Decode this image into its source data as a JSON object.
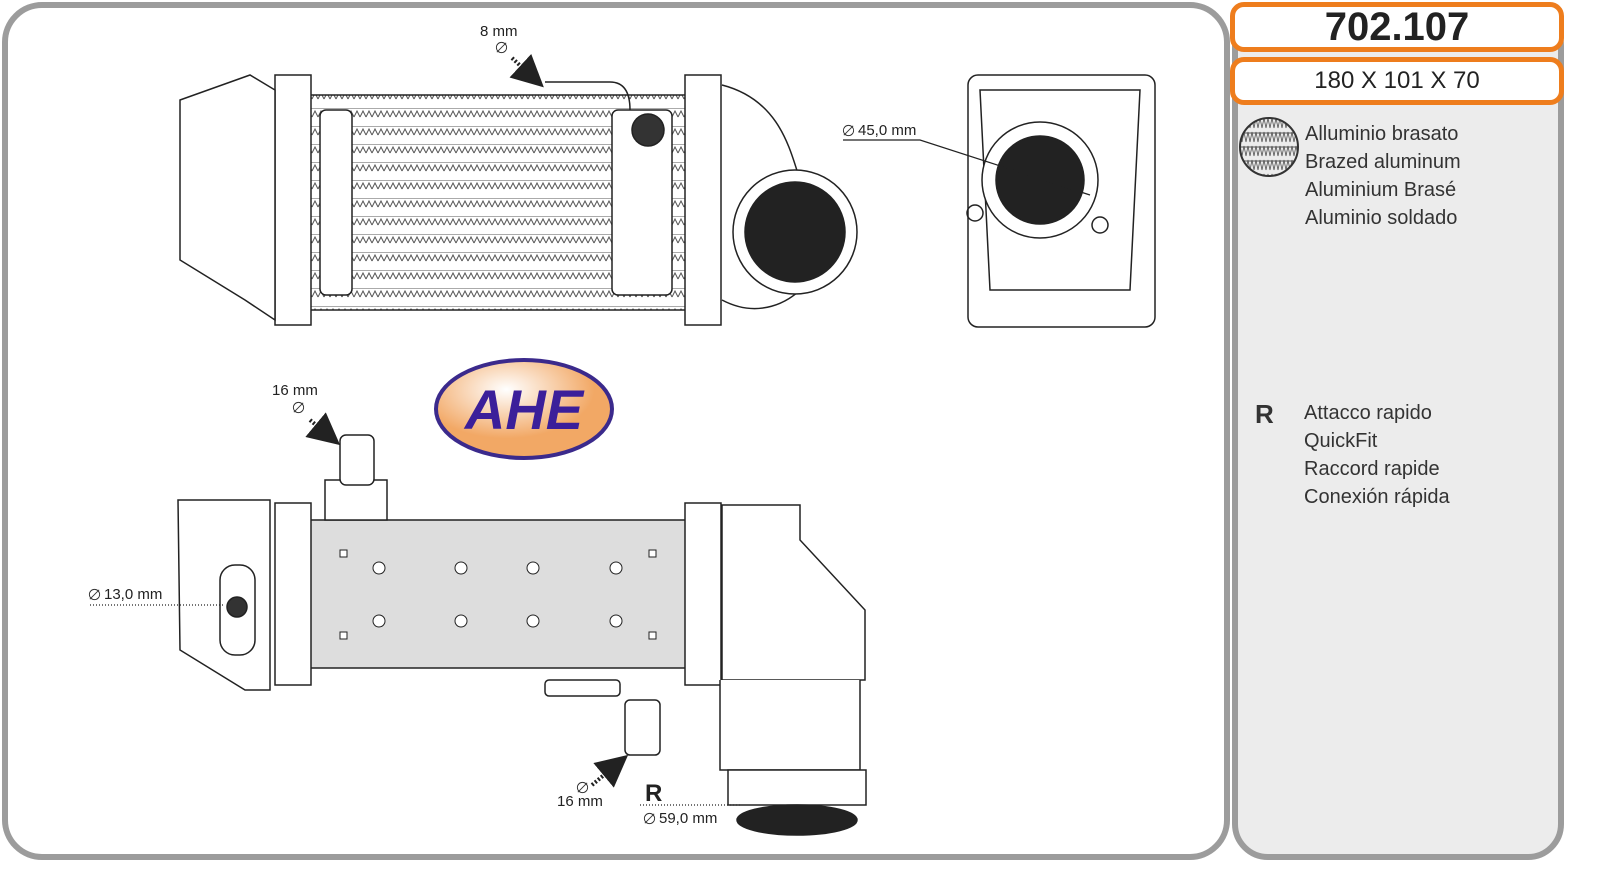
{
  "product": {
    "code": "702.107",
    "dimensions": "180 X 101 X 70"
  },
  "logo": {
    "text": "AHE",
    "colors": {
      "ellipse": "#f2a865",
      "border": "#3b2a8c",
      "text": "#3b1f9a"
    }
  },
  "annotations": {
    "top_inlet_pipe": "8 mm",
    "outlet_diameter_top": "45,0 mm",
    "bottom_pipe_upper": "16 mm",
    "side_port": "13,0 mm",
    "bottom_pipe_lower": "16 mm",
    "quickfit_marker": "R",
    "outlet_diameter_bottom": "59,0 mm"
  },
  "legend": {
    "material": [
      "Alluminio brasato",
      "Brazed aluminum",
      "Aluminium Brasé",
      "Aluminio soldado"
    ],
    "connection_symbol": "R",
    "connection": [
      "Attacco rapido",
      "QuickFit",
      "Raccord rapide",
      "Conexión rápida"
    ]
  },
  "colors": {
    "accent": "#ee7d1d",
    "frame": "#9c9c9c",
    "panel": "#ececec"
  }
}
